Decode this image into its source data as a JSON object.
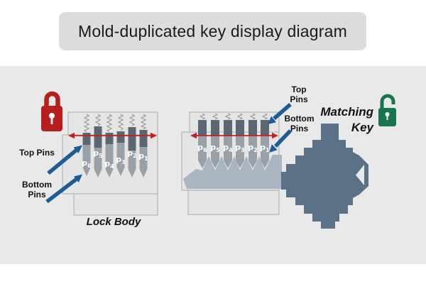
{
  "title": "Mold-duplicated key display diagram",
  "colors": {
    "page_bg": "#ffffff",
    "panel_bg": "#e9e9e9",
    "title_box_bg": "#dcdcdc",
    "title_text": "#1a1a1a",
    "label_text": "#111111",
    "locked_padlock_red": "#b81e1e",
    "unlocked_padlock_green": "#17764e",
    "shear_line_red": "#c42020",
    "annotation_arrow_blue": "#1d5d95",
    "top_pin_gray": "#5b6670",
    "bottom_pin_gray": "#99a1a8",
    "pin_label_text": "#ffffff",
    "lock_housing_fill": "#e5e5e5",
    "lock_housing_stroke": "#adadad",
    "key_blade_fill": "#a9b5c1",
    "matching_key_fill": "#5b7188",
    "spring_stroke": "#9b9b9b"
  },
  "left_lock": {
    "state": "locked",
    "top_pins_label": "Top Pins",
    "bottom_pins_label": "Bottom Pins",
    "body_label": "Lock Body",
    "pin_labels": [
      {
        "base": "p",
        "sub": "6"
      },
      {
        "base": "p",
        "sub": "5"
      },
      {
        "base": "p",
        "sub": "4"
      },
      {
        "base": "p",
        "sub": "3"
      },
      {
        "base": "p",
        "sub": "2"
      },
      {
        "base": "p",
        "sub": "1"
      }
    ]
  },
  "right_lock": {
    "state": "unlocked",
    "top_pins_label": "Top Pins",
    "bottom_pins_label": "Bottom Pins",
    "matching_key_label": "Matching Key",
    "pin_labels": [
      {
        "base": "p",
        "sub": "6"
      },
      {
        "base": "p",
        "sub": "5"
      },
      {
        "base": "p",
        "sub": "4"
      },
      {
        "base": "p",
        "sub": "3"
      },
      {
        "base": "p",
        "sub": "2"
      },
      {
        "base": "p",
        "sub": "1"
      }
    ]
  }
}
